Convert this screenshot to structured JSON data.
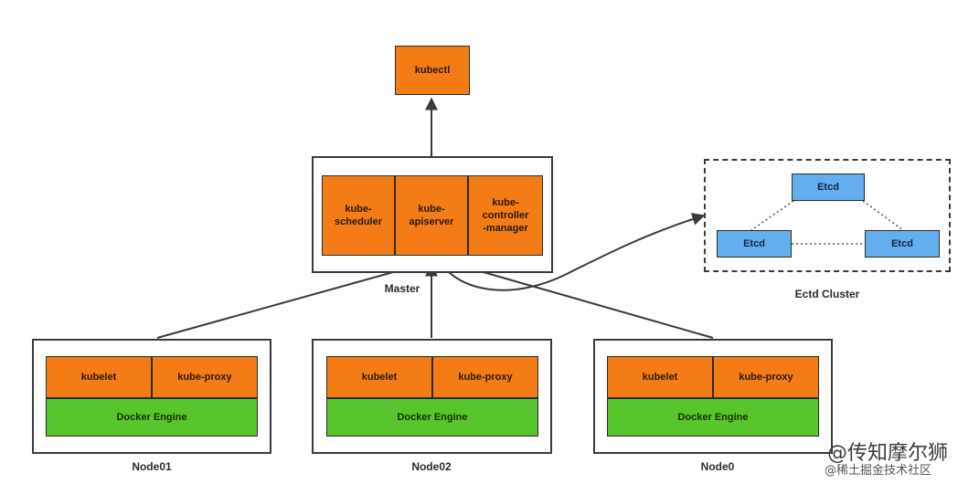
{
  "kubectl": "kubectl",
  "master": {
    "components": [
      "kube-\nscheduler",
      "kube-\napiserver",
      "kube-\ncontroller\n-manager"
    ],
    "caption": "Master"
  },
  "etcd_cluster": {
    "nodes": [
      "Etcd",
      "Etcd",
      "Etcd"
    ],
    "caption": "Ectd Cluster"
  },
  "nodes": [
    {
      "kubelet": "kubelet",
      "proxy": "kube-proxy",
      "engine": "Docker Engine",
      "caption": "Node01"
    },
    {
      "kubelet": "kubelet",
      "proxy": "kube-proxy",
      "engine": "Docker Engine",
      "caption": "Node02"
    },
    {
      "kubelet": "kubelet",
      "proxy": "kube-proxy",
      "engine": "Docker Engine",
      "caption": "Node0"
    }
  ],
  "watermark": {
    "line1": "@传知摩尔狮",
    "line2": "@稀土掘金技术社区"
  },
  "colors": {
    "component": "#f47c17",
    "engine": "#59c52c",
    "etcd": "#64aef0"
  }
}
